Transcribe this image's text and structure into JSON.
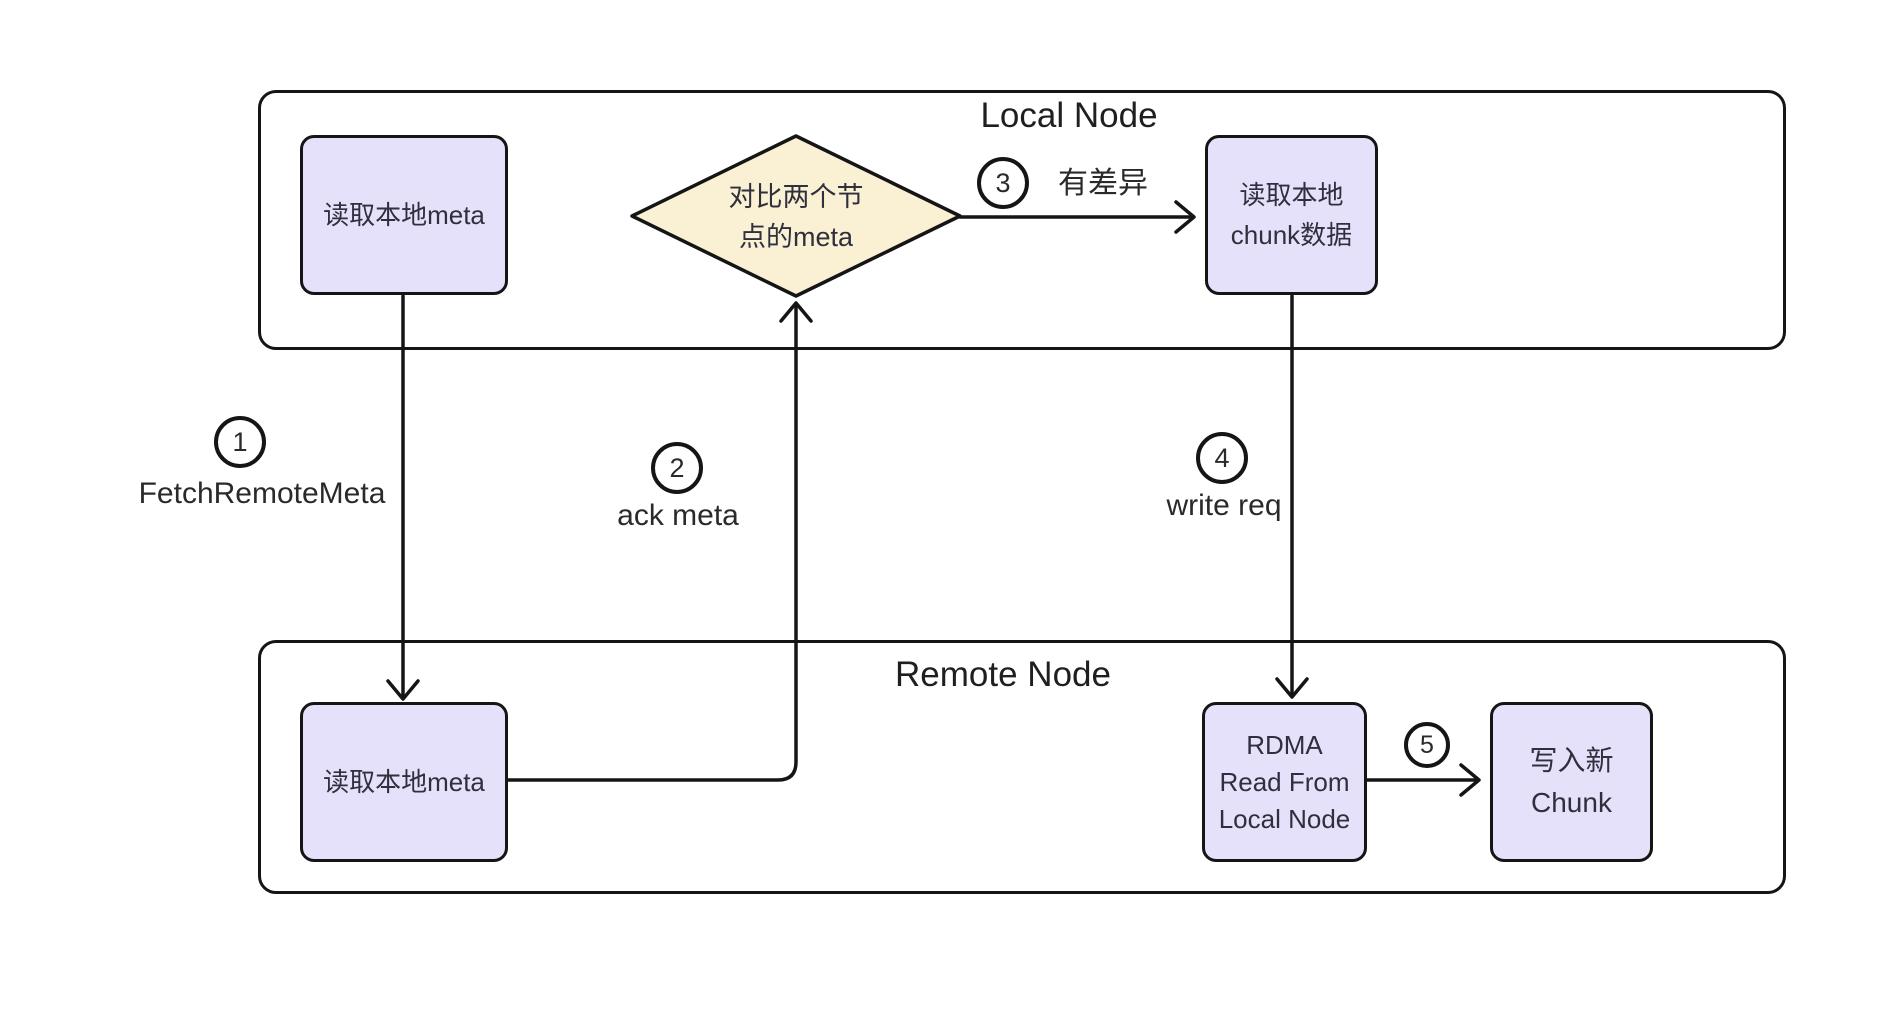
{
  "local_node": {
    "title": "Local Node",
    "read_meta_box": "读取本地meta",
    "compare_diamond": "对比两个节\n点的meta",
    "read_chunk_box": "读取本地\nchunk数据"
  },
  "remote_node": {
    "title": "Remote Node",
    "read_meta_box": "读取本地meta",
    "rdma_box": "RDMA\nRead From\nLocal Node",
    "write_chunk_box": "写入新\nChunk"
  },
  "edges": {
    "fetch_remote_meta": {
      "step": "1",
      "label": "FetchRemoteMeta"
    },
    "ack_meta": {
      "step": "2",
      "label": "ack meta"
    },
    "has_diff": {
      "step": "3",
      "label": "有差异"
    },
    "write_req": {
      "step": "4",
      "label": "write req"
    },
    "rdma_read": {
      "step": "5"
    }
  },
  "colors": {
    "process_fill": "#e6e1fa",
    "decision_fill": "#faf0d4",
    "stroke": "#151515",
    "text": "#2f2f3d",
    "background": "#ffffff"
  }
}
